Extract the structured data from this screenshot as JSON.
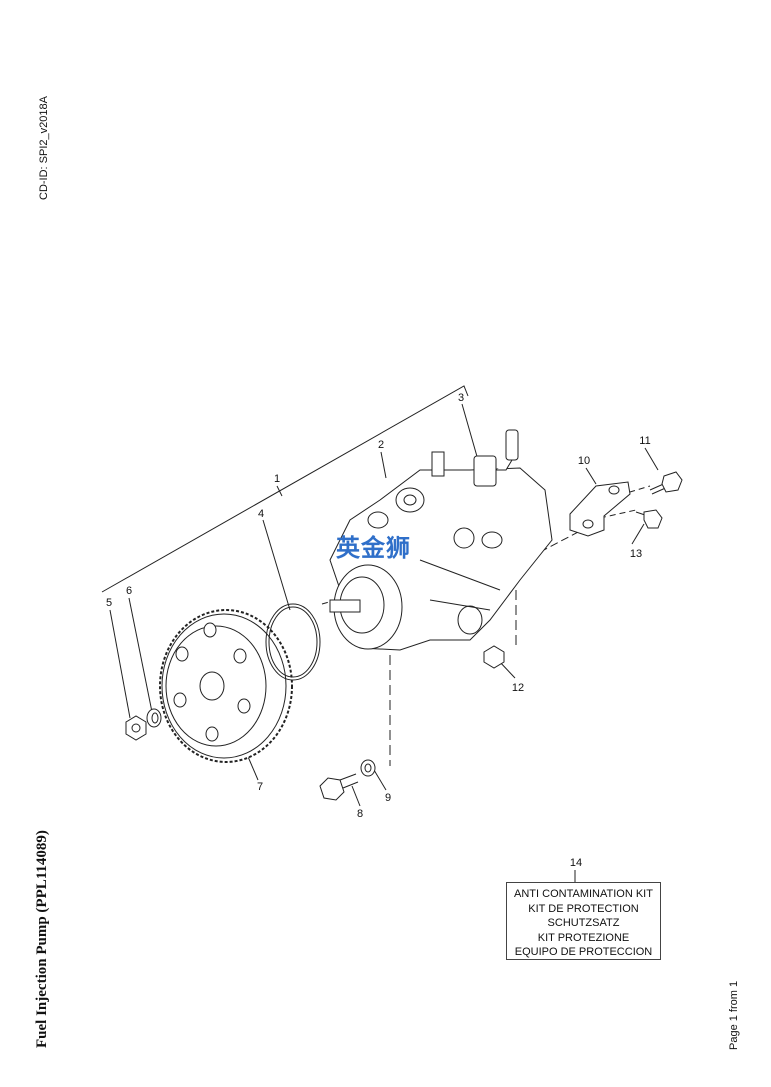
{
  "header": {
    "cd_id": "CD-ID: SPI2_v2018A"
  },
  "footer": {
    "title": "Fuel Injection Pump (PPL114089)",
    "page_indicator": "Page 1 from 1"
  },
  "watermark": "英金狮",
  "callouts": [
    "1",
    "2",
    "3",
    "4",
    "5",
    "6",
    "7",
    "8",
    "9",
    "10",
    "11",
    "12",
    "13",
    "14"
  ],
  "kit": {
    "lines": [
      "ANTI CONTAMINATION KIT",
      "KIT DE PROTECTION",
      "SCHUTZSATZ",
      "KIT PROTEZIONE",
      "EQUIPO DE PROTECCION"
    ]
  }
}
